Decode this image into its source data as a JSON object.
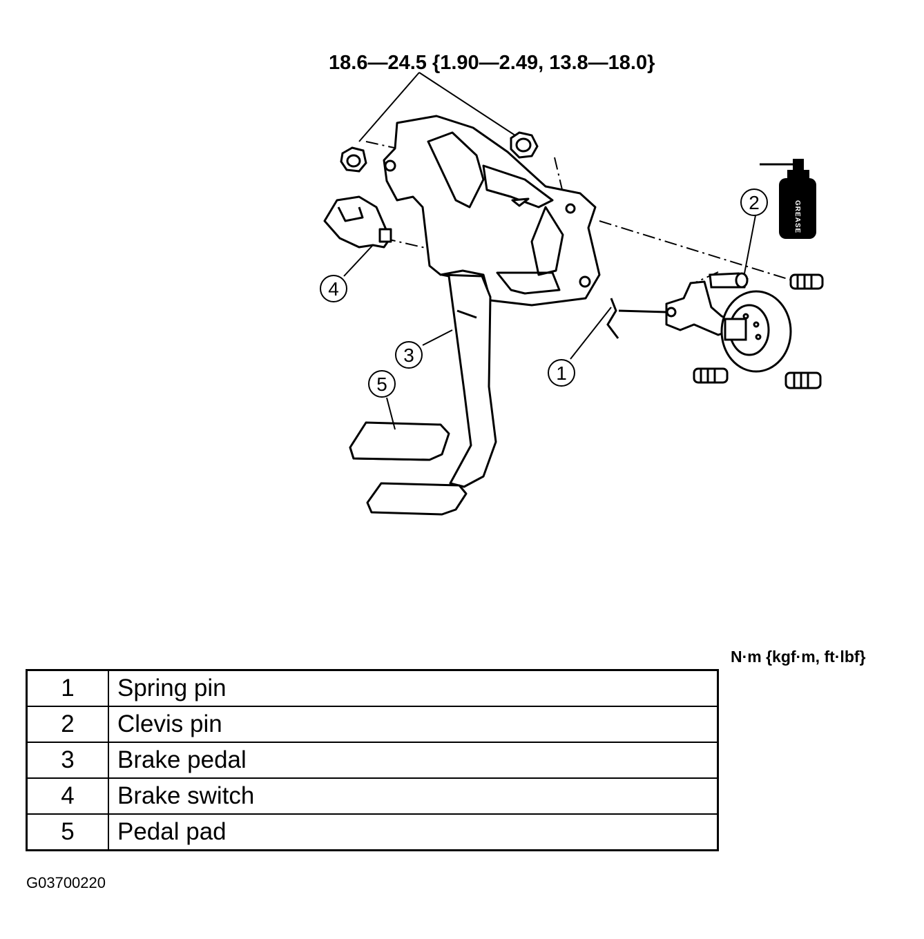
{
  "torque_spec": "18.6—24.5 {1.90—2.49, 13.8—18.0}",
  "grease_label": "GREASE",
  "callouts": [
    {
      "number": "1",
      "part": "Spring pin"
    },
    {
      "number": "2",
      "part": "Clevis pin"
    },
    {
      "number": "3",
      "part": "Brake pedal"
    },
    {
      "number": "4",
      "part": "Brake switch"
    },
    {
      "number": "5",
      "part": "Pedal pad"
    }
  ],
  "units": "N·m {kgf·m, ft·lbf}",
  "parts_table": {
    "rows": [
      {
        "number": "1",
        "name": "Spring pin"
      },
      {
        "number": "2",
        "name": "Clevis pin"
      },
      {
        "number": "3",
        "name": "Brake pedal"
      },
      {
        "number": "4",
        "name": "Brake switch"
      },
      {
        "number": "5",
        "name": "Pedal pad"
      }
    ]
  },
  "figure_id": "G03700220"
}
